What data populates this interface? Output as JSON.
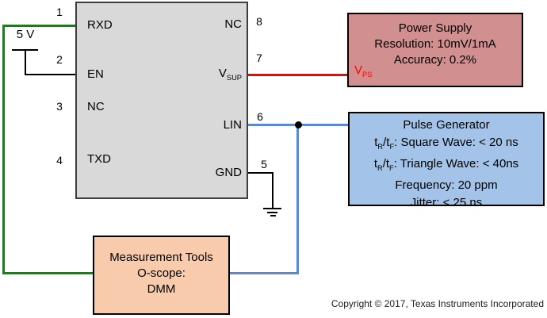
{
  "ic": {
    "left_pins": [
      {
        "num": "1",
        "label": "RXD"
      },
      {
        "num": "2",
        "label": "EN"
      },
      {
        "num": "3",
        "label": "NC"
      },
      {
        "num": "4",
        "label": "TXD"
      }
    ],
    "right_pins": [
      {
        "num": "8",
        "label": "NC"
      },
      {
        "num": "7",
        "label_main": "V",
        "label_sub": "SUP"
      },
      {
        "num": "6",
        "label": "LIN"
      },
      {
        "num": "5",
        "label": "GND"
      }
    ]
  },
  "supply": {
    "label": "5 V"
  },
  "power_supply": {
    "title": "Power Supply",
    "line2": "Resolution: 10mV/1mA",
    "line3": "Accuracy: 0.2%",
    "node": {
      "main": "V",
      "sub": "PS"
    }
  },
  "pulse_generator": {
    "title": "Pulse Generator",
    "line2": {
      "t1": "t",
      "s1": "R",
      "t2": "/t",
      "s2": "F",
      "t3": ": Square Wave: < 20 ns"
    },
    "line3": {
      "t1": "t",
      "s1": "R",
      "t2": "/t",
      "s2": "F",
      "t3": ": Triangle Wave: < 40ns"
    },
    "line4": "Frequency: 20 ppm",
    "line5": "Jitter: < 25 ns"
  },
  "measurement_tools": {
    "title": "Measurement Tools",
    "line2": "O-scope:",
    "line3": "DMM"
  },
  "footer": {
    "copyright": "Copyright © 2017, Texas Instruments Incorporated"
  },
  "colors": {
    "wire_green": "#008f00",
    "wire_red": "#ff0000",
    "wire_blue": "#5b87d5",
    "ic_fill": "#d9d9d9",
    "power_supply_fill": "#d28f8f",
    "pulse_generator_fill": "#a3c4e8",
    "measurement_fill": "#f8cbad"
  }
}
